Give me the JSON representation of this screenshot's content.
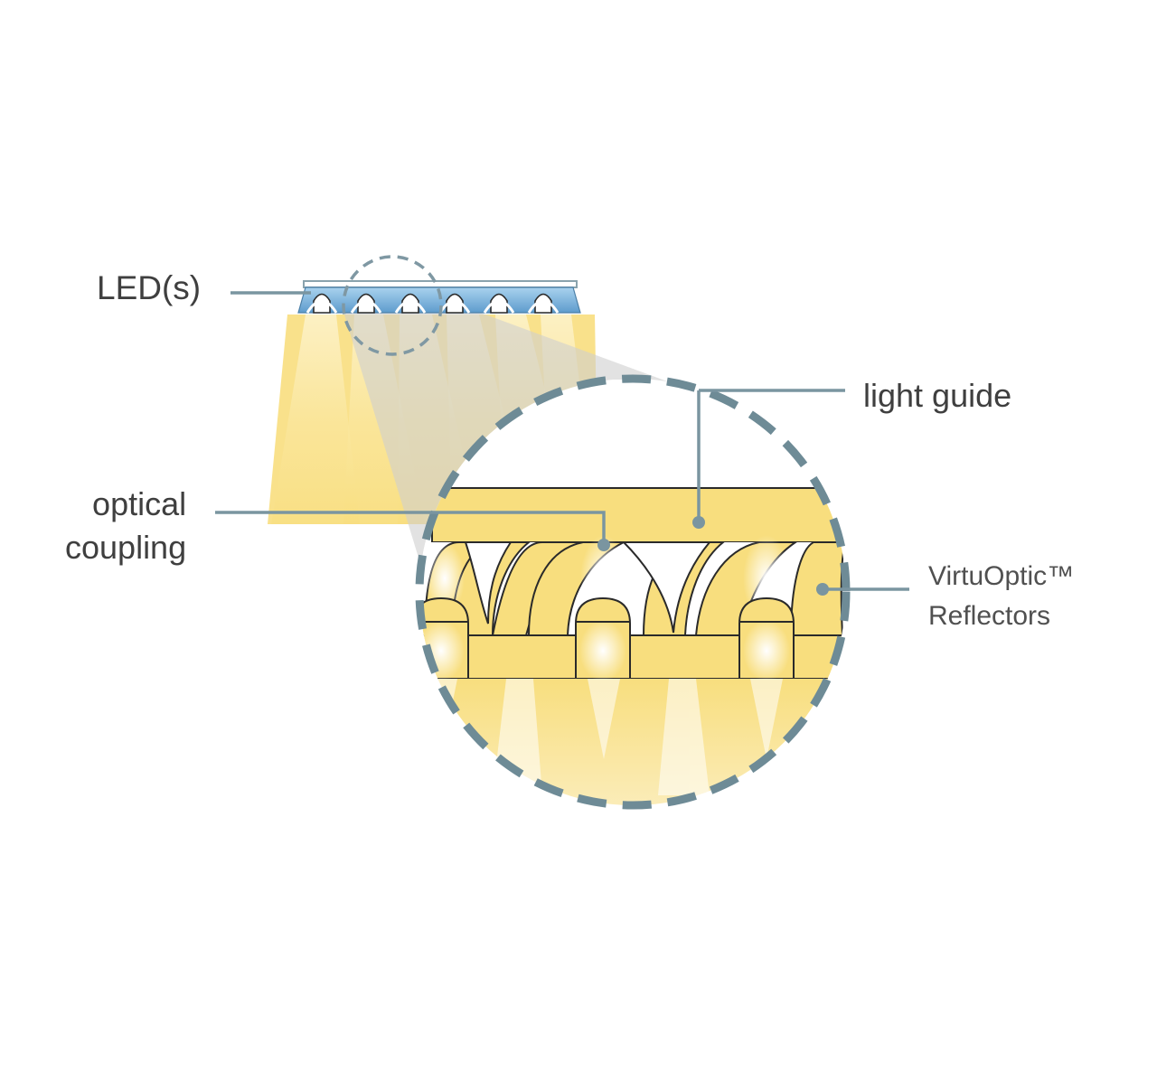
{
  "labels": {
    "leds": "LED(s)",
    "light_guide": "light guide",
    "optical_coupling_line1": "optical",
    "optical_coupling_line2": "coupling",
    "reflectors_line1": "VirtuOptic™",
    "reflectors_line2": "Reflectors"
  },
  "colors": {
    "background": "#ffffff",
    "light": "#f8de7e",
    "light_pale": "#fbedb6",
    "outline": "#2a2a2a",
    "leader_line": "#7a95a0",
    "dashed_circle": "#6e8b96",
    "led_blue": "#7fb6de",
    "zoom_cone": "#c9c9c9",
    "label_text": "#3f3f3f"
  }
}
